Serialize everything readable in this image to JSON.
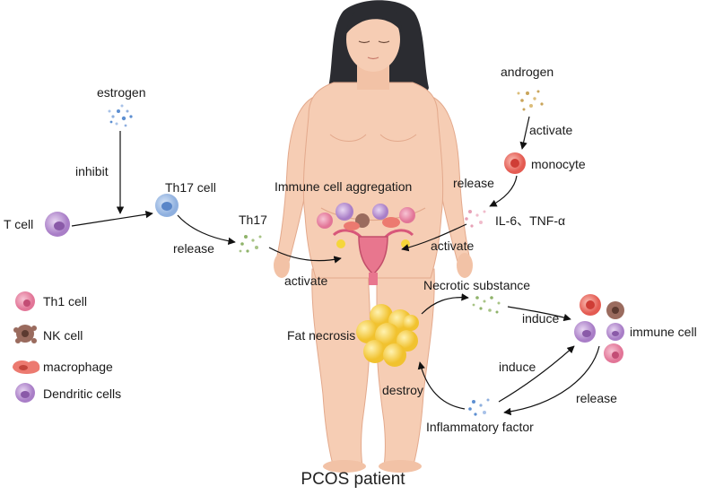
{
  "caption": "PCOS patient",
  "labels": {
    "estrogen": "estrogen",
    "inhibit": "inhibit",
    "t_cell": "T cell",
    "th17_cell": "Th17 cell",
    "release_left": "release",
    "th17": "Th17",
    "activate_left": "activate",
    "immune_aggregation": "Immune cell aggregation",
    "androgen": "androgen",
    "activate_top": "activate",
    "monocyte": "monocyte",
    "release_mid": "release",
    "cytokines": "IL-6、TNF-α",
    "activate_right": "activate",
    "necrotic": "Necrotic substance",
    "induce_top": "induce",
    "immune_cell": "immune cell",
    "fat_necrosis": "Fat necrosis",
    "induce_bottom": "induce",
    "destroy": "destroy",
    "release_right": "release",
    "inflammatory": "Inflammatory factor"
  },
  "legend": [
    {
      "label": "Th1 cell",
      "icon": "th1-cell-icon"
    },
    {
      "label": "NK cell",
      "icon": "nk-cell-icon"
    },
    {
      "label": "macrophage",
      "icon": "macrophage-icon"
    },
    {
      "label": "Dendritic cells",
      "icon": "dendritic-cell-icon"
    }
  ],
  "colors": {
    "skin": "#f6cdb4",
    "skin_shade": "#eab496",
    "hair": "#2b2c31",
    "fat": "#f7cf3e",
    "th1": "#e983a6",
    "nk": "#9a6b5e",
    "macrophage": "#ec7a70",
    "dendritic": "#b78ad0",
    "th17_cell": "#7fa3da",
    "monocyte": "#e7544e"
  }
}
